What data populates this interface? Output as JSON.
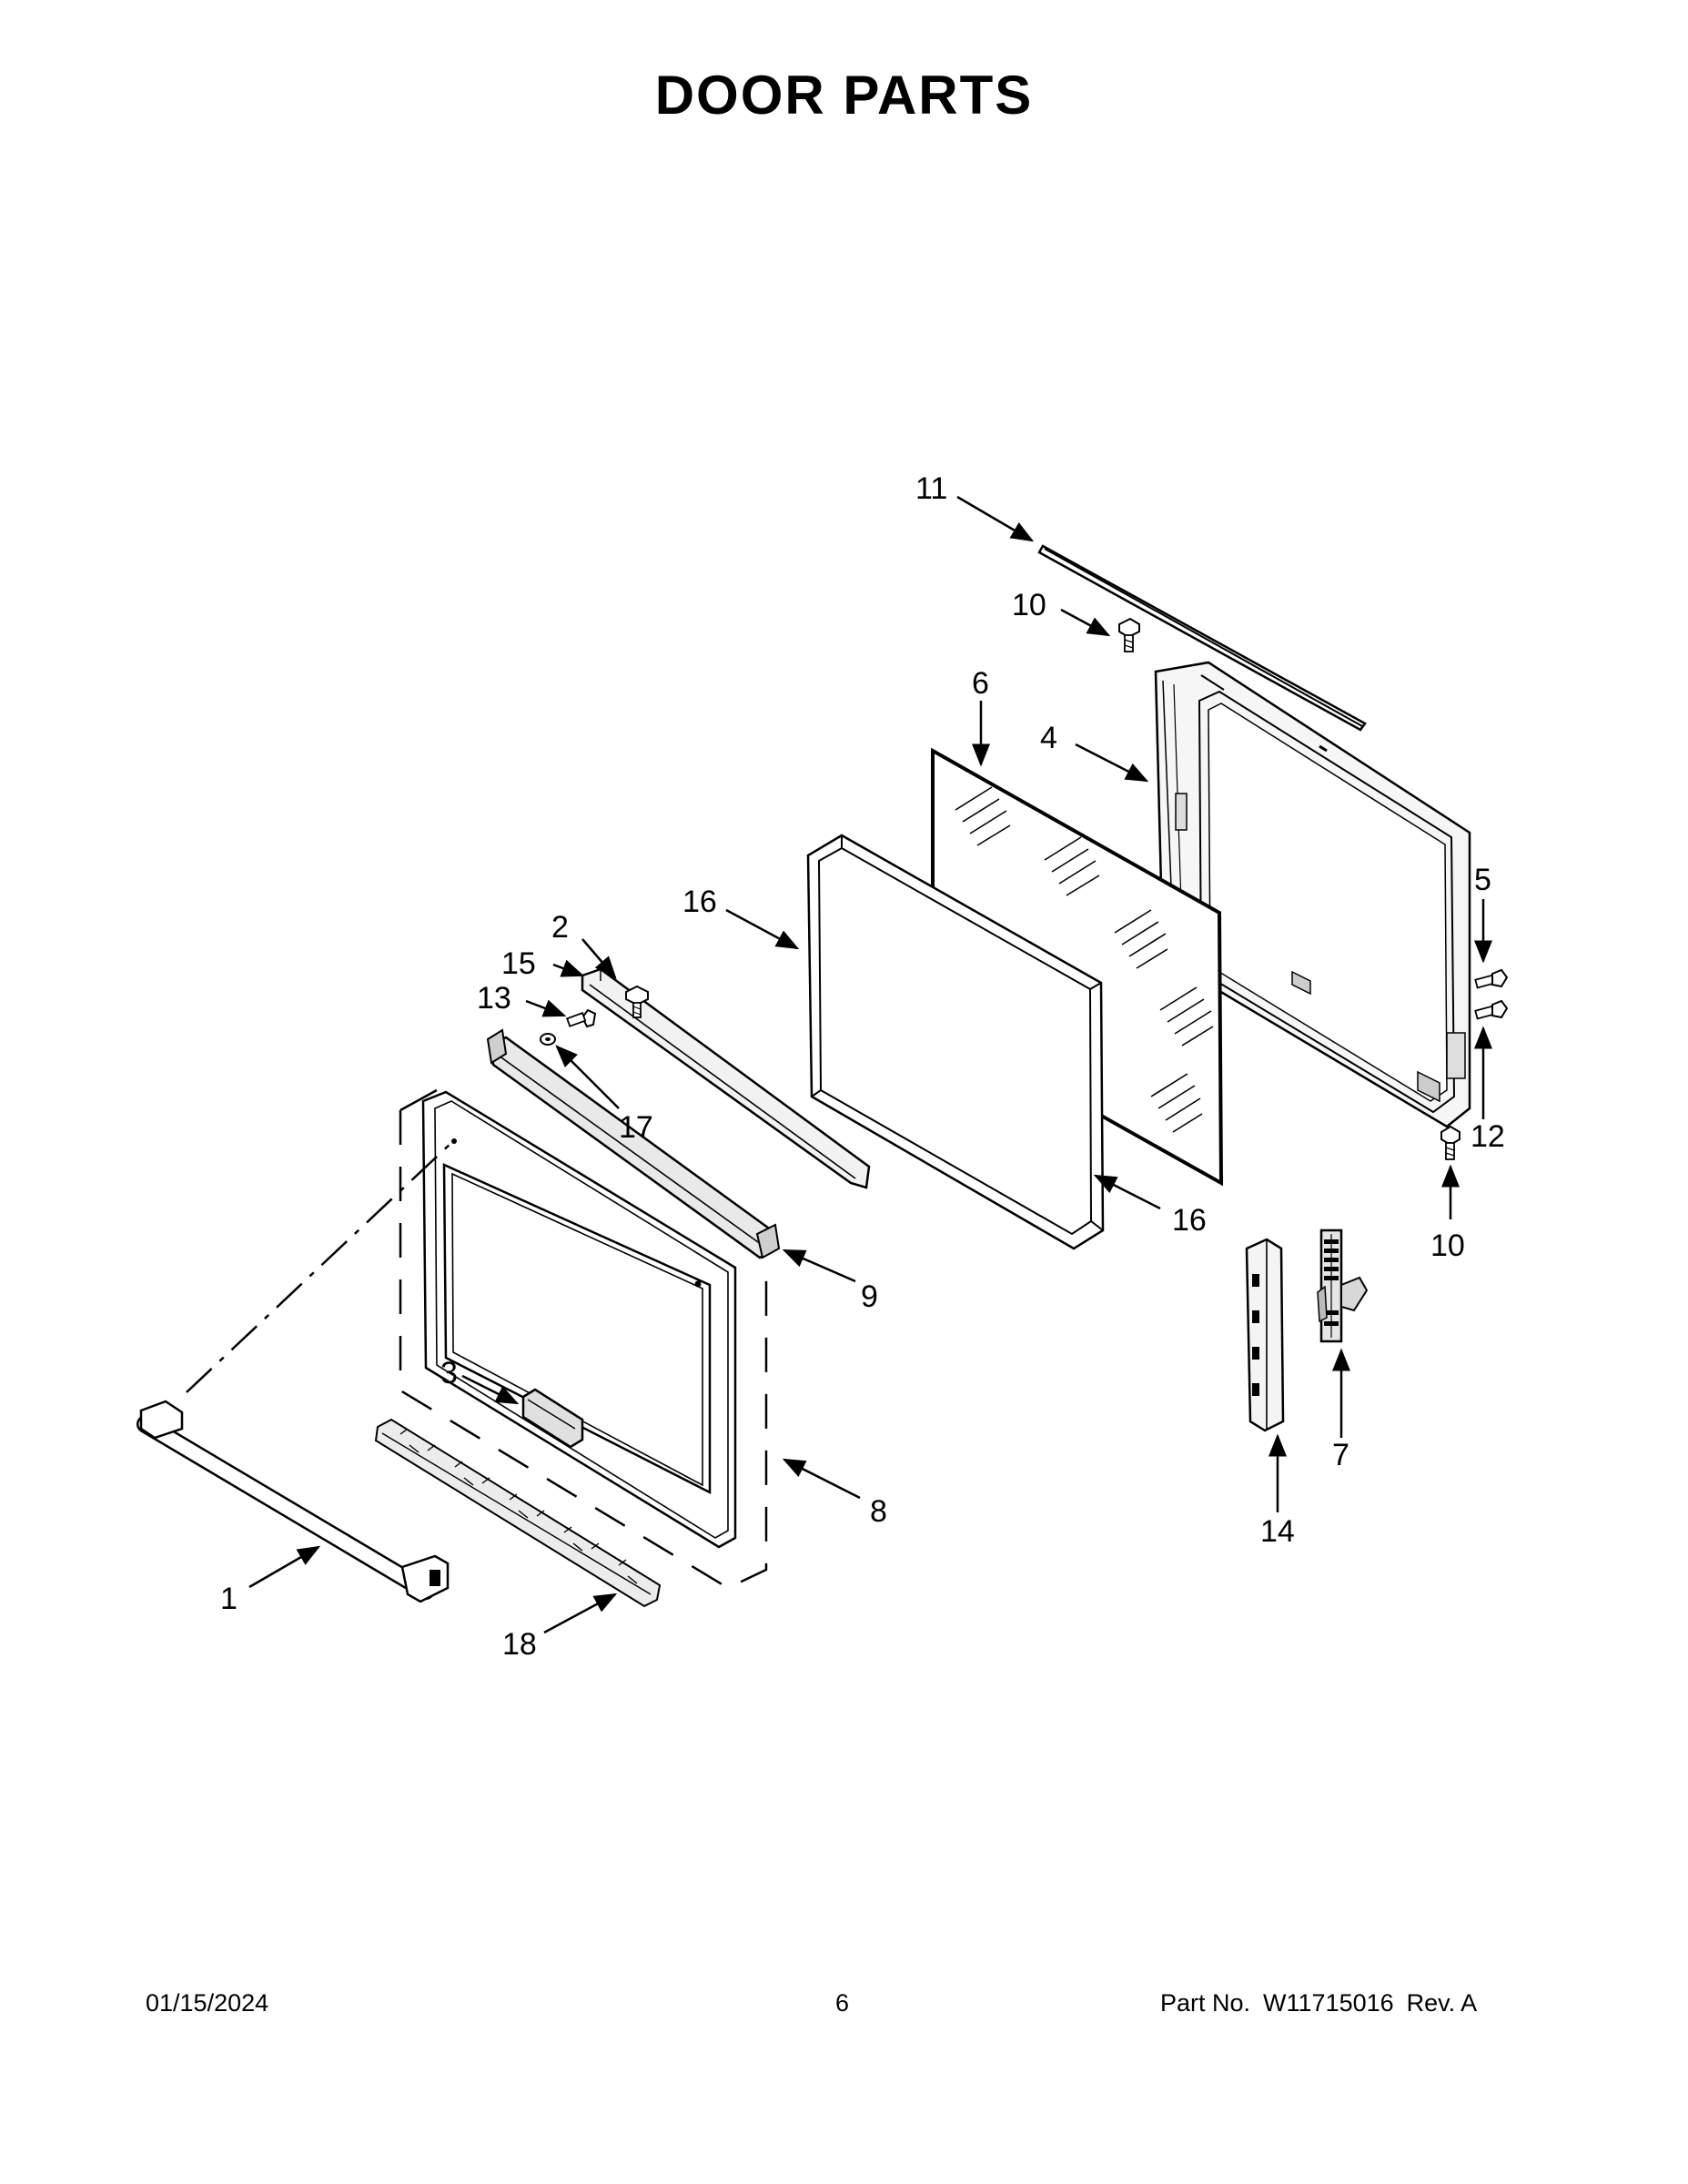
{
  "title": "DOOR PARTS",
  "callouts": {
    "c1": "1",
    "c2": "2",
    "c3": "3",
    "c4": "4",
    "c5": "5",
    "c6": "6",
    "c7": "7",
    "c8": "8",
    "c9": "9",
    "c10a": "10",
    "c10b": "10",
    "c11": "11",
    "c12": "12",
    "c13": "13",
    "c14": "14",
    "c15": "15",
    "c16a": "16",
    "c16b": "16",
    "c17": "17",
    "c18": "18"
  },
  "footer": {
    "date": "01/15/2024",
    "page": "6",
    "part_label": "Part No.",
    "part_number": "W11715016",
    "revision": "Rev.  A"
  }
}
